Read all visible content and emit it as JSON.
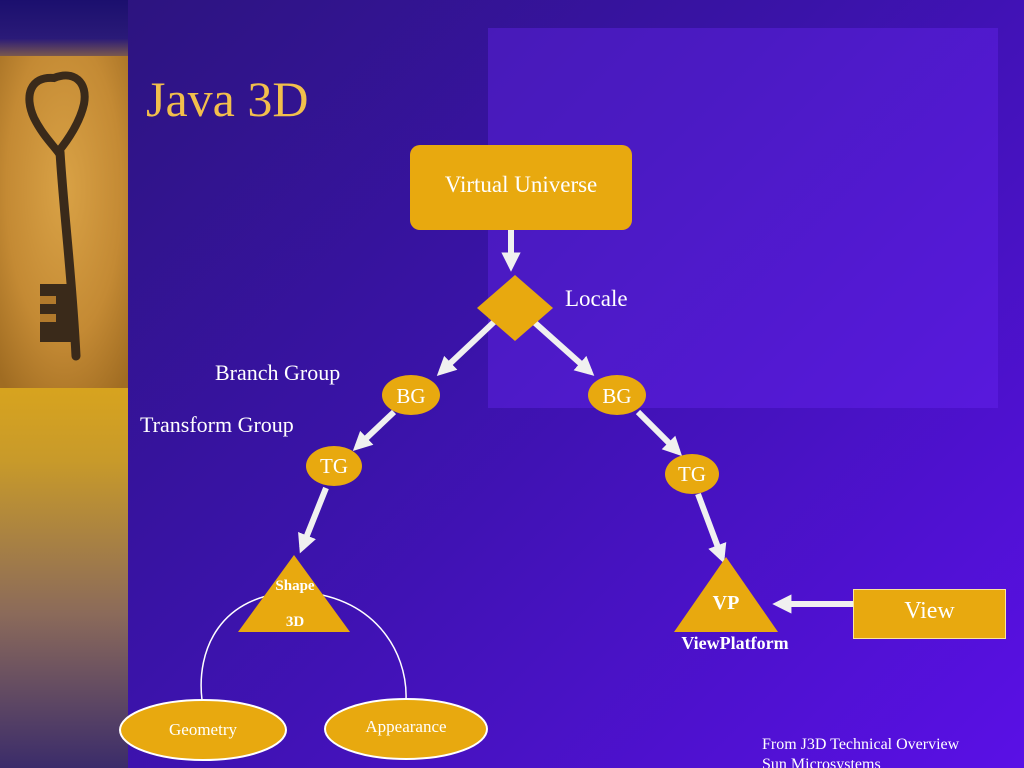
{
  "slide": {
    "title": "Java 3D",
    "footer_line1": "From J3D Technical Overview",
    "footer_line2": "Sun Microsystems"
  },
  "diagram": {
    "virtual_universe": "Virtual Universe",
    "locale": "Locale",
    "branch_group_label": "Branch Group",
    "transform_group_label": "Transform Group",
    "bg": "BG",
    "tg": "TG",
    "shape_line1": "Shape",
    "shape_line2": "3D",
    "geometry": "Geometry",
    "appearance": "Appearance",
    "vp": "VP",
    "viewplatform": "ViewPlatform",
    "view": "View"
  },
  "colors": {
    "node_fill": "#e8a90f",
    "title": "#f2bf4c",
    "arrow": "#f0f0f0"
  }
}
